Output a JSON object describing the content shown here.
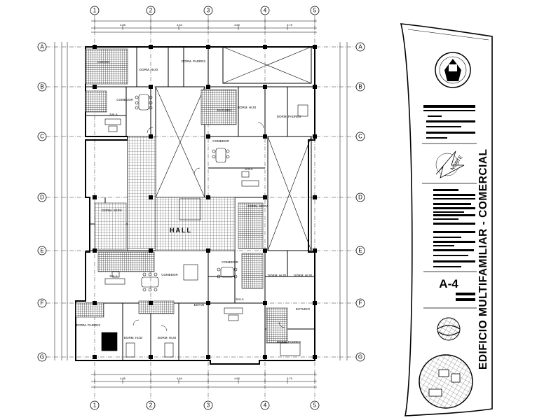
{
  "axes": {
    "columns": [
      "1",
      "2",
      "3",
      "4",
      "5"
    ],
    "rows": [
      "A",
      "B",
      "C",
      "D",
      "E",
      "F",
      "G"
    ]
  },
  "rooms": {
    "hall": "HALL",
    "estar": "ESTAR",
    "sala": "SALA",
    "comedor": "COMEDOR",
    "cocina": "COCINA",
    "dorm_hijo": "DORM. HIJO",
    "dorm_padres": "DORM. PADRES",
    "dorm_serv": "DORM. SERV.",
    "estudio": "ESTUDIO"
  },
  "sheet": {
    "number": "A-4",
    "title": "EDIFICIO MULTIFAMILIAR - COMERCIAL",
    "north_label": "NORTE"
  },
  "colors": {
    "line": "#000000",
    "hatch": "#9a9a9a",
    "background": "#ffffff"
  }
}
